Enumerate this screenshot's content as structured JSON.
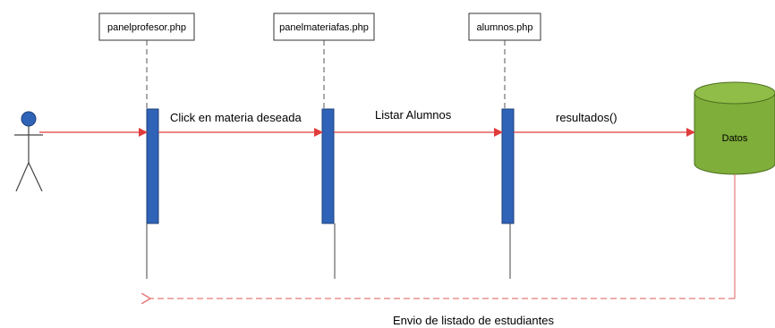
{
  "lifelines": [
    {
      "label": "panelprofesor.php"
    },
    {
      "label": "panelmateriafas.php"
    },
    {
      "label": "alumnos.php"
    }
  ],
  "database": {
    "label": "Datos"
  },
  "messages": [
    {
      "label": "Click en materia deseada"
    },
    {
      "label": "Listar Alumnos"
    },
    {
      "label": "resultados()"
    },
    {
      "label": "Envio de listado de estudiantes"
    }
  ],
  "colors": {
    "activation": "#2f63b8",
    "activation_border": "#1d3f78",
    "arrow": "#e03c3c",
    "return_arrow": "#e67a7a",
    "database": "#7fae3a",
    "actor": "#2f63b8"
  }
}
